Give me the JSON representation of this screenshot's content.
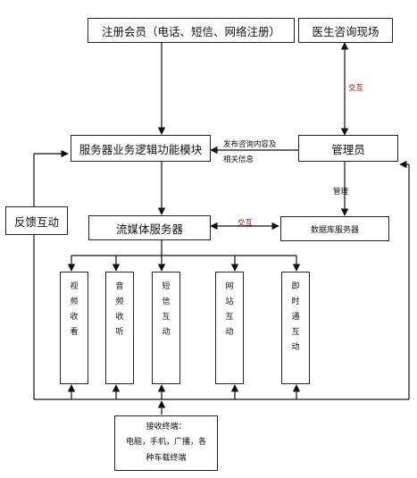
{
  "nodes": {
    "register": "注册会员（电话、短信、网络注册）",
    "doctor": "医生咨询现场",
    "server_logic": "服务器业务逻辑功能模块",
    "admin": "管理员",
    "feedback": "反馈互动",
    "streaming": "流媒体服务器",
    "database": "数据库服务器",
    "terminal_title": "接收终端：",
    "terminal_line1": "电脑，手机，广播，各",
    "terminal_line2": "种车载终端"
  },
  "channels": [
    [
      "视",
      "频",
      "收",
      "看"
    ],
    [
      "音",
      "频",
      "收",
      "听"
    ],
    [
      "短",
      "信",
      "互",
      "动"
    ],
    [
      "网",
      "站",
      "互",
      "动"
    ],
    [
      "即",
      "时",
      "通",
      "互",
      "动"
    ]
  ],
  "edge_labels": {
    "doctor_admin": "交互",
    "publish_line1": "发布咨询内容及",
    "publish_line2": "相关信息",
    "manage": "管理",
    "stream_db": "交互"
  },
  "colors": {
    "line": "#111111",
    "accent": "#c00000"
  }
}
